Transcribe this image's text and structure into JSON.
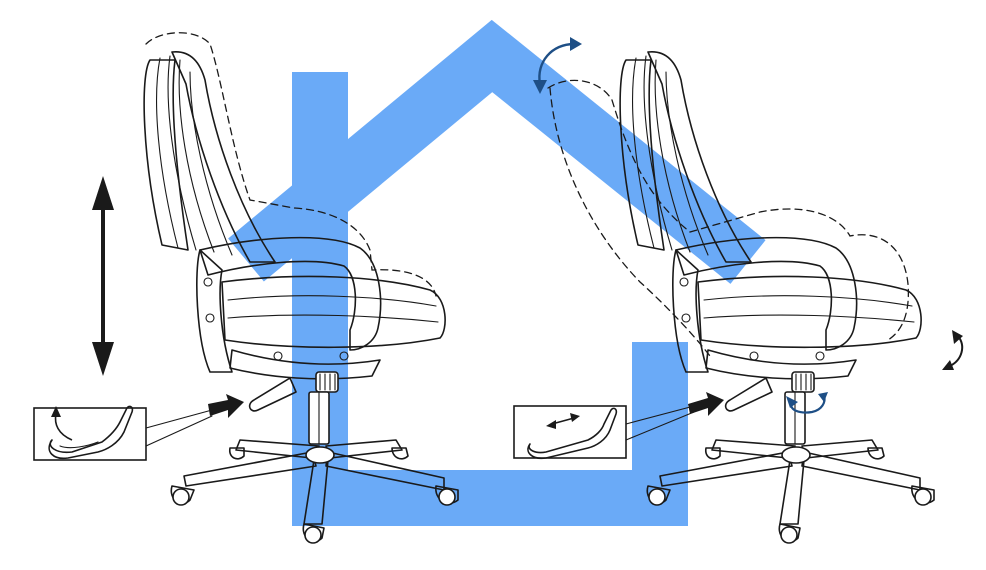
{
  "diagram": {
    "house_color": "#6aaaf7",
    "line_color": "#1a1a1a",
    "accent_arrow_color": "#1e4f86",
    "panels": [
      {
        "id": "left-chair",
        "adjustment": "seat-height",
        "lever_action": "lift"
      },
      {
        "id": "right-chair",
        "adjustment": "tilt-lock",
        "lever_action": "push-pull"
      }
    ],
    "icons": [
      "height-double-arrow-icon",
      "lift-lever-inset-icon",
      "push-pull-lever-inset-icon",
      "backrest-tilt-arrow-icon",
      "seat-rock-arrow-icon",
      "tension-knob-rotate-arrow-icon",
      "pointer-arrow-icon"
    ]
  }
}
